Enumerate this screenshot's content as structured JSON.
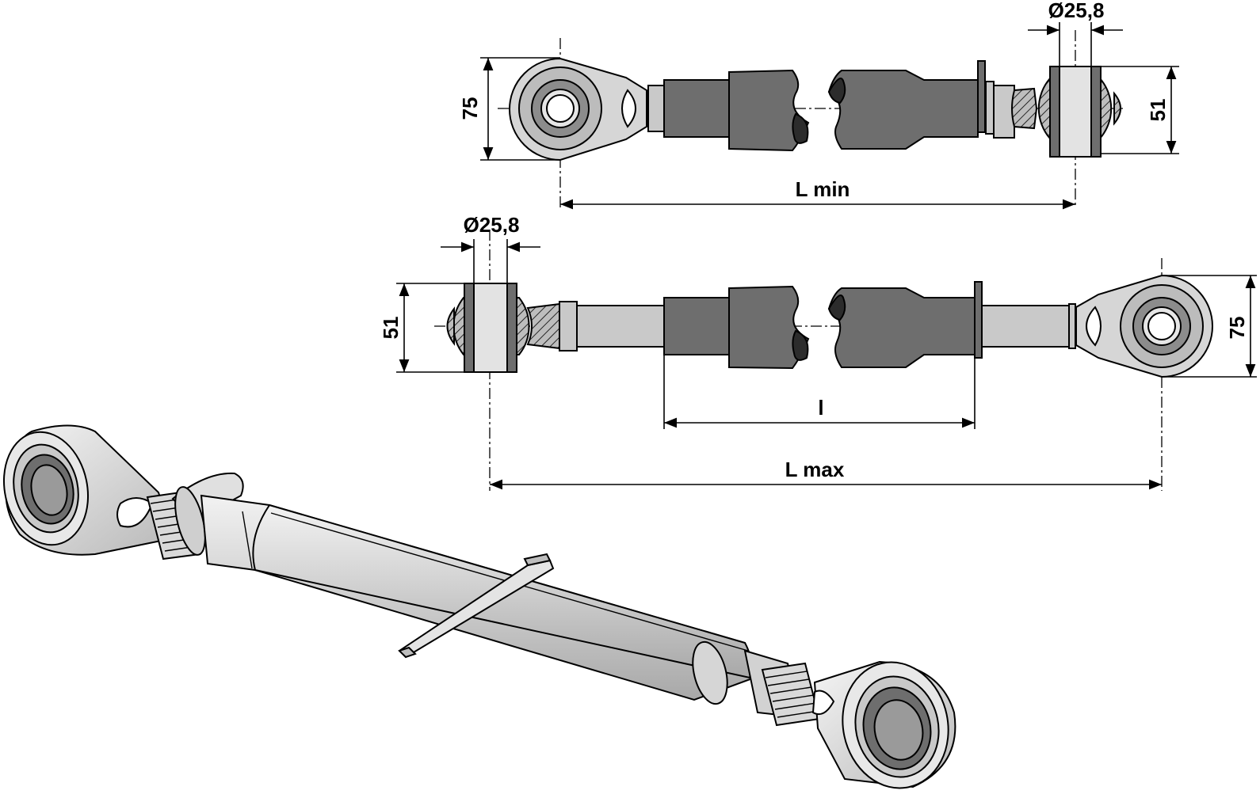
{
  "labels": {
    "top_bore": "Ø25,8",
    "top_ball_width": "51",
    "top_eye_height": "75",
    "length_min": "L min",
    "mid_bore": "Ø25,8",
    "mid_ball_width": "51",
    "mid_eye_height": "75",
    "tube_length": "l",
    "length_max": "L max"
  },
  "colors": {
    "tube_dark": "#6e6e6e",
    "rod_light": "#c9c9c9",
    "ball_hatch": "#8e8e8e",
    "iso_body": "#d4d4d4"
  }
}
